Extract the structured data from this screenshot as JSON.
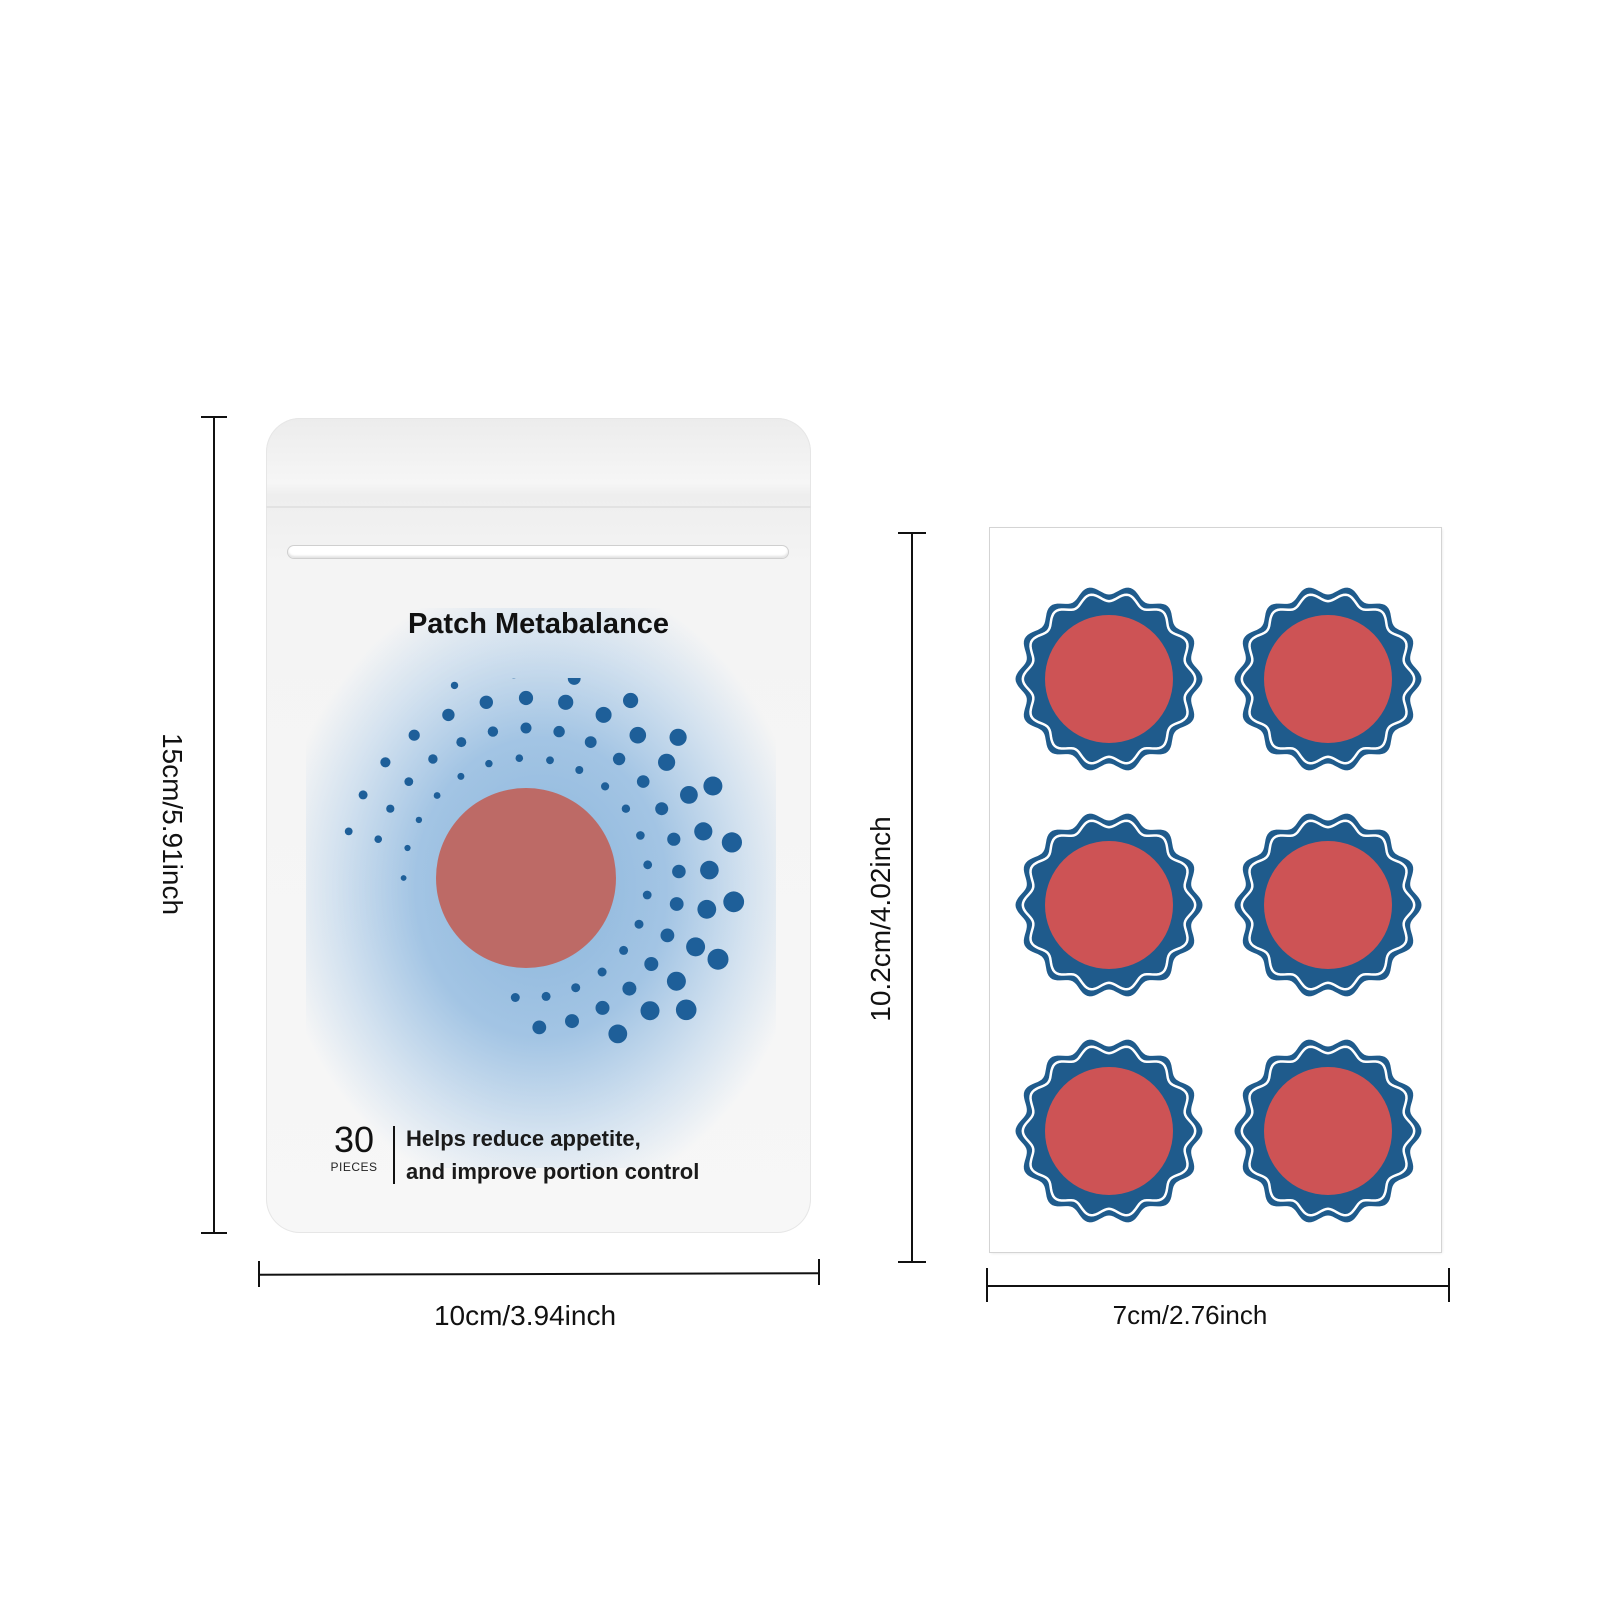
{
  "pouch": {
    "product_title": "Patch Metabalance",
    "count_number": "30",
    "count_unit": "PIECES",
    "claim_line1": "Helps reduce appetite,",
    "claim_line2": "and improve portion control"
  },
  "dimensions": {
    "pouch_height": "15cm/5.91inch",
    "pouch_width": "10cm/3.94inch",
    "sheet_height": "10.2cm/4.02inch",
    "sheet_width": "7cm/2.76inch"
  },
  "sheet": {
    "patch_count": 6
  },
  "colors": {
    "patch_red": "#cd5355",
    "patch_blue": "#1f5b8c",
    "dot_blue": "#1e5f99",
    "center_circle": "#bd6a66"
  }
}
